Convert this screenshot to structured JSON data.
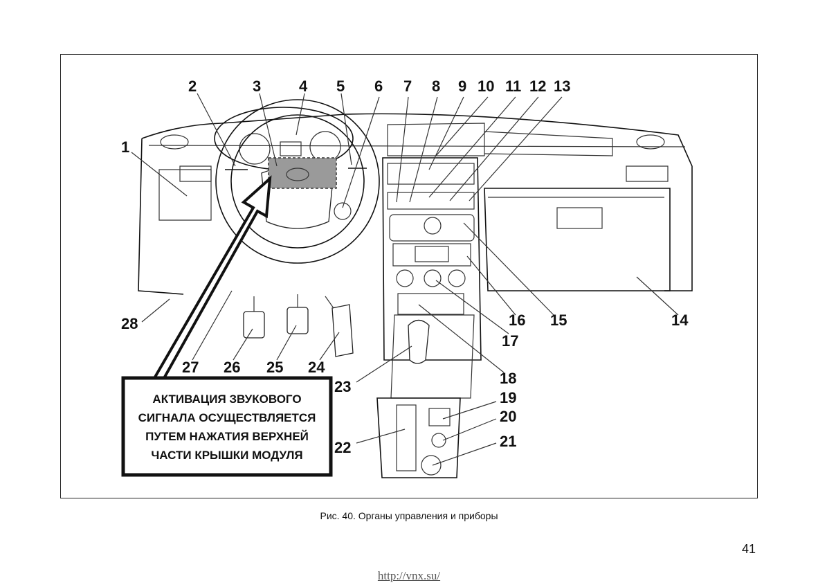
{
  "figure": {
    "caption": "Рис. 40. Органы управления и приборы",
    "callout_numbers": [
      "1",
      "2",
      "3",
      "4",
      "5",
      "6",
      "7",
      "8",
      "9",
      "10",
      "11",
      "12",
      "13",
      "14",
      "15",
      "16",
      "17",
      "18",
      "19",
      "20",
      "21",
      "22",
      "23",
      "24",
      "25",
      "26",
      "27",
      "28"
    ],
    "note_lines": [
      "АКТИВАЦИЯ ЗВУКОВОГО",
      "СИГНАЛА ОСУЩЕСТВЛЯЕТСЯ",
      "ПУТЕМ НАЖАТИЯ ВЕРХНЕЙ",
      "ЧАСТИ КРЫШКИ МОДУЛЯ"
    ],
    "highlight_color": "#9a9a9a"
  },
  "page": {
    "number": "41",
    "footer_url": "http://vnx.su/"
  }
}
